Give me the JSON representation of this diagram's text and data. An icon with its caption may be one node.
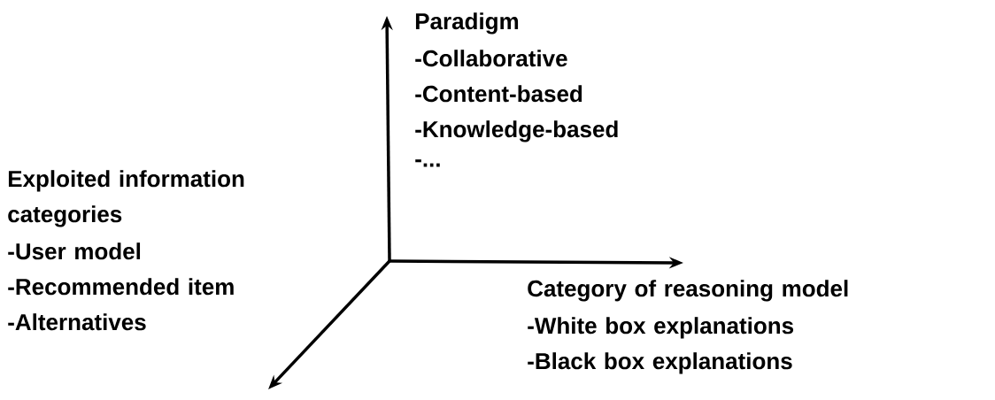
{
  "diagram": {
    "labels": [
      "Paradigm",
      "-Collaborative",
      "-Content-based",
      "-Knowledge-based",
      "-...",
      "Exploited information categories",
      "-User model",
      "-Recommended item",
      "-Alternatives",
      "Category of reasoning model",
      "-White box explanations",
      "-Black box explanations"
    ]
  }
}
